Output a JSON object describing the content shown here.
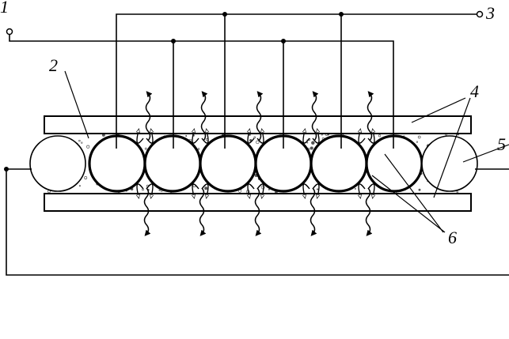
{
  "labels": {
    "l1": "1",
    "l2": "2",
    "l3": "3",
    "l4": "4",
    "l5": "5",
    "l6": "6"
  },
  "colors": {
    "line": "#000000",
    "plate_fill": "#ffffff",
    "grain": "#555555"
  }
}
